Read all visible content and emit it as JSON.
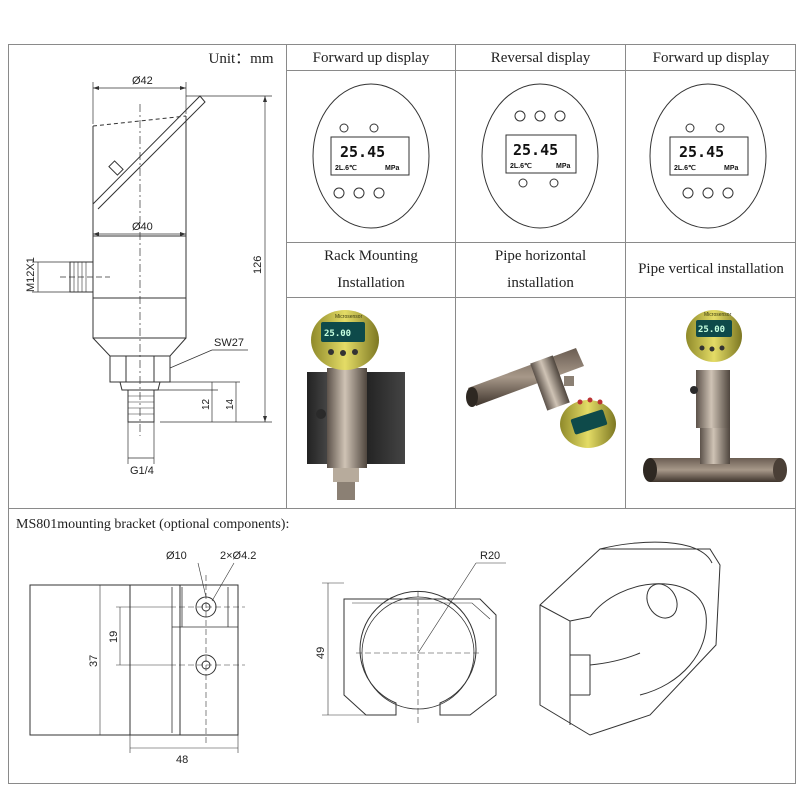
{
  "unit_label": "Unit：mm",
  "display_modes": [
    {
      "title": "Forward up display",
      "value": "25.45",
      "temp": "2L.6℃",
      "unit": "MPa"
    },
    {
      "title": "Reversal display",
      "value": "25.45",
      "temp": "2L.6℃",
      "unit": "MPa"
    },
    {
      "title": "Forward up display",
      "value": "25.45",
      "temp": "2L.6℃",
      "unit": "MPa"
    }
  ],
  "installations": [
    {
      "title_line1": "Rack Mounting",
      "title_line2": "Installation"
    },
    {
      "title_line1": "Pipe horizontal",
      "title_line2": "installation"
    },
    {
      "title_line1": "Pipe vertical installation",
      "title_line2": ""
    }
  ],
  "device_lcd_value": "25.00",
  "device_brand": "Microsensor",
  "sensor_dims": {
    "d42": "Ø42",
    "d40": "Ø40",
    "h126": "126",
    "thread_m12": "M12X1",
    "sw27": "SW27",
    "h12": "12",
    "h14": "14",
    "g14": "G1/4"
  },
  "bracket_section_title": "MS801mounting bracket (optional components):",
  "bracket_dims": {
    "d10": "Ø10",
    "holes": "2×Ø4.2",
    "h37": "37",
    "h19": "19",
    "w48": "48",
    "r20": "R20",
    "h49": "49"
  },
  "colors": {
    "border": "#8a8a8a",
    "line": "#333333",
    "device_yellow": "#c9c043",
    "device_steel": "#9a8e80",
    "lcd_bg": "#0e4a4a"
  }
}
